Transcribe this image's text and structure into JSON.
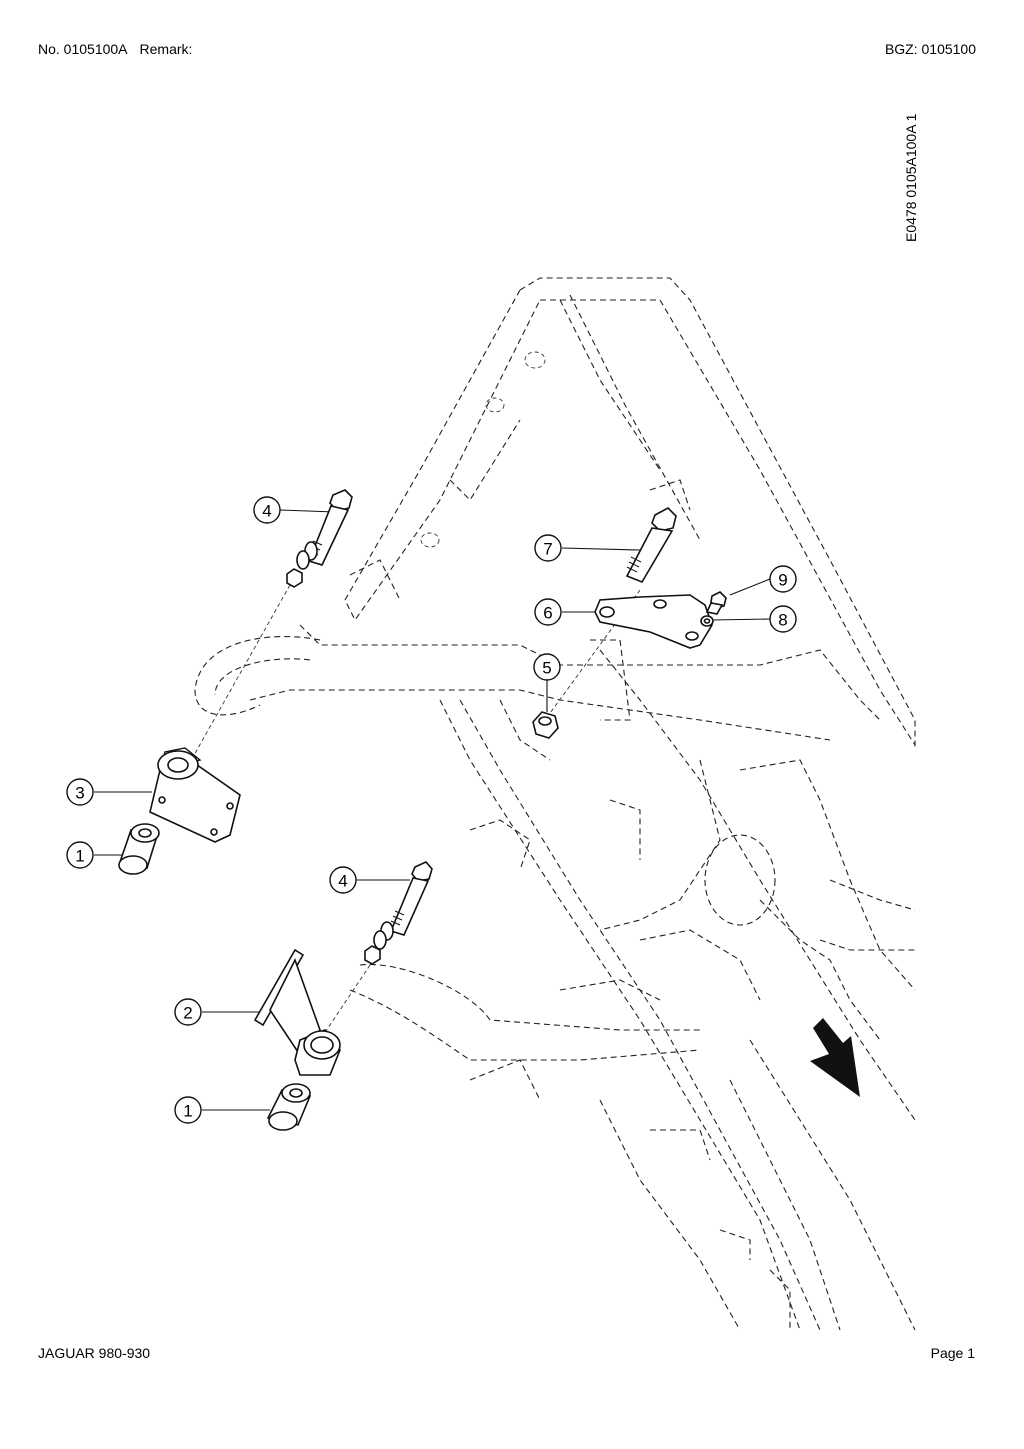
{
  "header": {
    "number": "No. 0105100A",
    "remark": "Remark:",
    "group": "BGZ: 0105100"
  },
  "drawing_ref": "E0478 0105A100A 1",
  "footer": {
    "model": "JAGUAR 980-930",
    "page": "Page 1"
  },
  "callouts": {
    "c1a": "1",
    "c1b": "1",
    "c2": "2",
    "c3": "3",
    "c4a": "4",
    "c4b": "4",
    "c5": "5",
    "c6": "6",
    "c7": "7",
    "c8": "8",
    "c9": "9"
  }
}
